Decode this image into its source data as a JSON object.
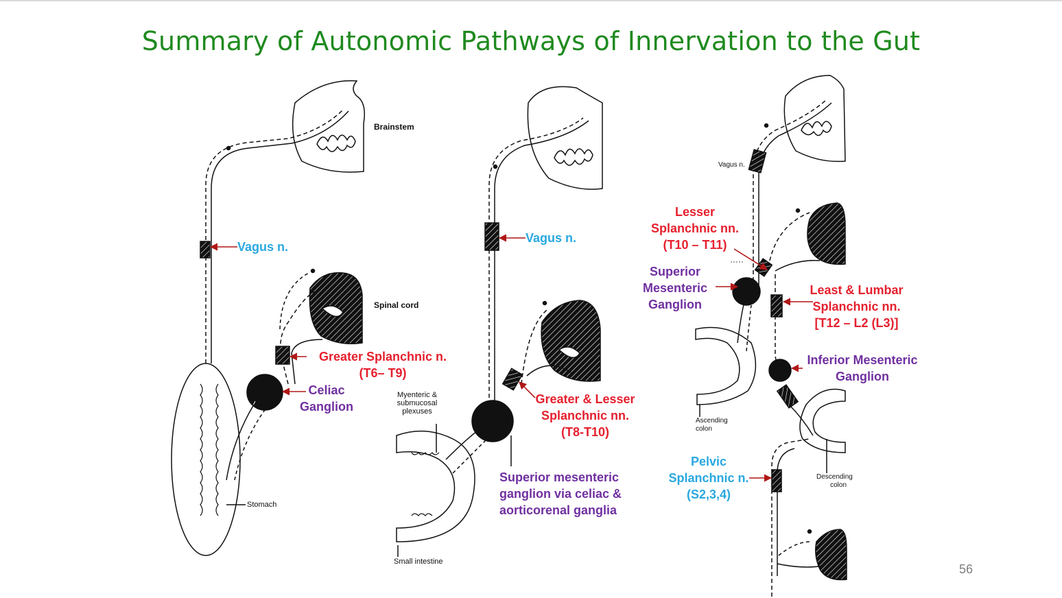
{
  "title": "Summary of Autonomic Pathways of Innervation to the Gut",
  "page_number": "56",
  "colors": {
    "title": "#1f8a1f",
    "parasympathetic_label": "#29a8e0",
    "splanchnic_label": "#e5202e",
    "ganglion_label": "#7030a0",
    "arrow": "#b01717"
  },
  "panel1": {
    "brainstem": "Brainstem",
    "spinal_cord": "Spinal cord",
    "stomach": "Stomach",
    "vagus": "Vagus n.",
    "greater_splanchnic": [
      "Greater Splanchnic n.",
      "(T6– T9)"
    ],
    "celiac": [
      "Celiac",
      "Ganglion"
    ]
  },
  "panel2": {
    "plexuses": [
      "Myenteric &",
      "submucosal",
      "plexuses"
    ],
    "small_intestine": "Small intestine",
    "vagus": "Vagus n.",
    "greater_lesser": [
      "Greater & Lesser",
      "Splanchnic nn.",
      "(T8-T10)"
    ],
    "sup_mes_via": [
      "Superior mesenteric",
      "ganglion via celiac &",
      "aorticorenal ganglia"
    ]
  },
  "panel3": {
    "vagus_small": "Vagus n.",
    "ascending_colon": [
      "Ascending",
      "colon"
    ],
    "descending_colon": [
      "Descending",
      "colon"
    ],
    "lesser": [
      "Lesser",
      "Splanchnic nn.",
      "(T10 – T11)"
    ],
    "sup_mes": [
      "Superior",
      "Mesenteric",
      "Ganglion"
    ],
    "least_lumbar": [
      "Least & Lumbar",
      "Splanchnic nn.",
      "[T12 – L2 (L3)]"
    ],
    "inf_mes": [
      "Inferior Mesenteric",
      "Ganglion"
    ],
    "pelvic": [
      "Pelvic",
      "Splanchnic n.",
      "(S2,3,4)"
    ]
  }
}
